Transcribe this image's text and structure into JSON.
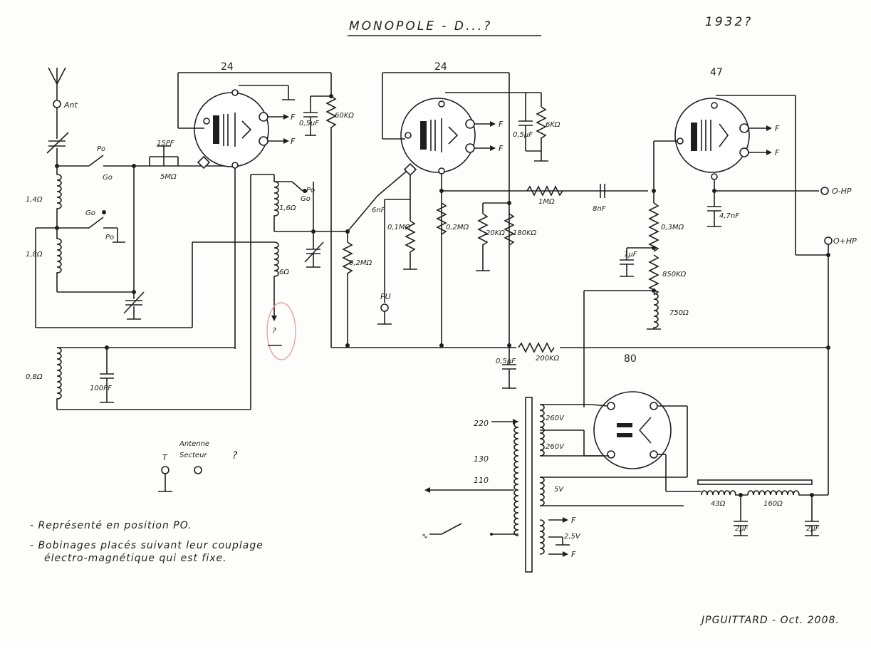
{
  "title": "MONOPOLE - D...?",
  "year": "1932?",
  "author": "JPGUITTARD - Oct. 2008.",
  "tubes": {
    "v1": "24",
    "v2": "24",
    "v3": "47",
    "rect": "80"
  },
  "labels": {
    "ant": "Ant",
    "po": "Po",
    "go": "Go",
    "po2": "Po",
    "go2": "Go",
    "go3": "Go",
    "po3": "Po",
    "l14": "1,4Ω",
    "l18": "1,8Ω",
    "l08": "0,8Ω",
    "c100": "100PF",
    "c15": "15PF",
    "r5m": "5MΩ",
    "r60k": "60KΩ",
    "c05a": "0,5μF",
    "l16": "1,6Ω",
    "l6": "6Ω",
    "q": "?",
    "c6n": "6nF",
    "r02a": "0,2MΩ",
    "r01": "0,1MΩ",
    "pu": "PU",
    "r02b": "0,2MΩ",
    "r20k": "20KΩ",
    "r180k": "180KΩ",
    "c05b": "0,5μF",
    "r6k": "6KΩ",
    "r1m": "1MΩ",
    "c8n": "8nF",
    "r03": "0,3MΩ",
    "c1": "1μF",
    "r850": "850KΩ",
    "r750": "750Ω",
    "c47": "4,7nF",
    "hpm": "O-HP",
    "hpp": "O+HP",
    "c05c": "0,5μF",
    "r200k": "200KΩ",
    "v260a": "260V",
    "v260b": "260V",
    "v5": "5V",
    "v25": "2,5V",
    "f": "F",
    "t220": "220",
    "t130": "130",
    "t110": "110",
    "r43": "43Ω",
    "r160": "160Ω",
    "c2a": "2μF",
    "c2b": "2μF",
    "antsect1": "Antenne",
    "antsect2": "Secteur",
    "antq": "?",
    "t": "T"
  },
  "notes": [
    "- Représenté en position PO.",
    "- Bobinages placés suivant leur couplage",
    "électro-magnétique qui est fixe."
  ]
}
